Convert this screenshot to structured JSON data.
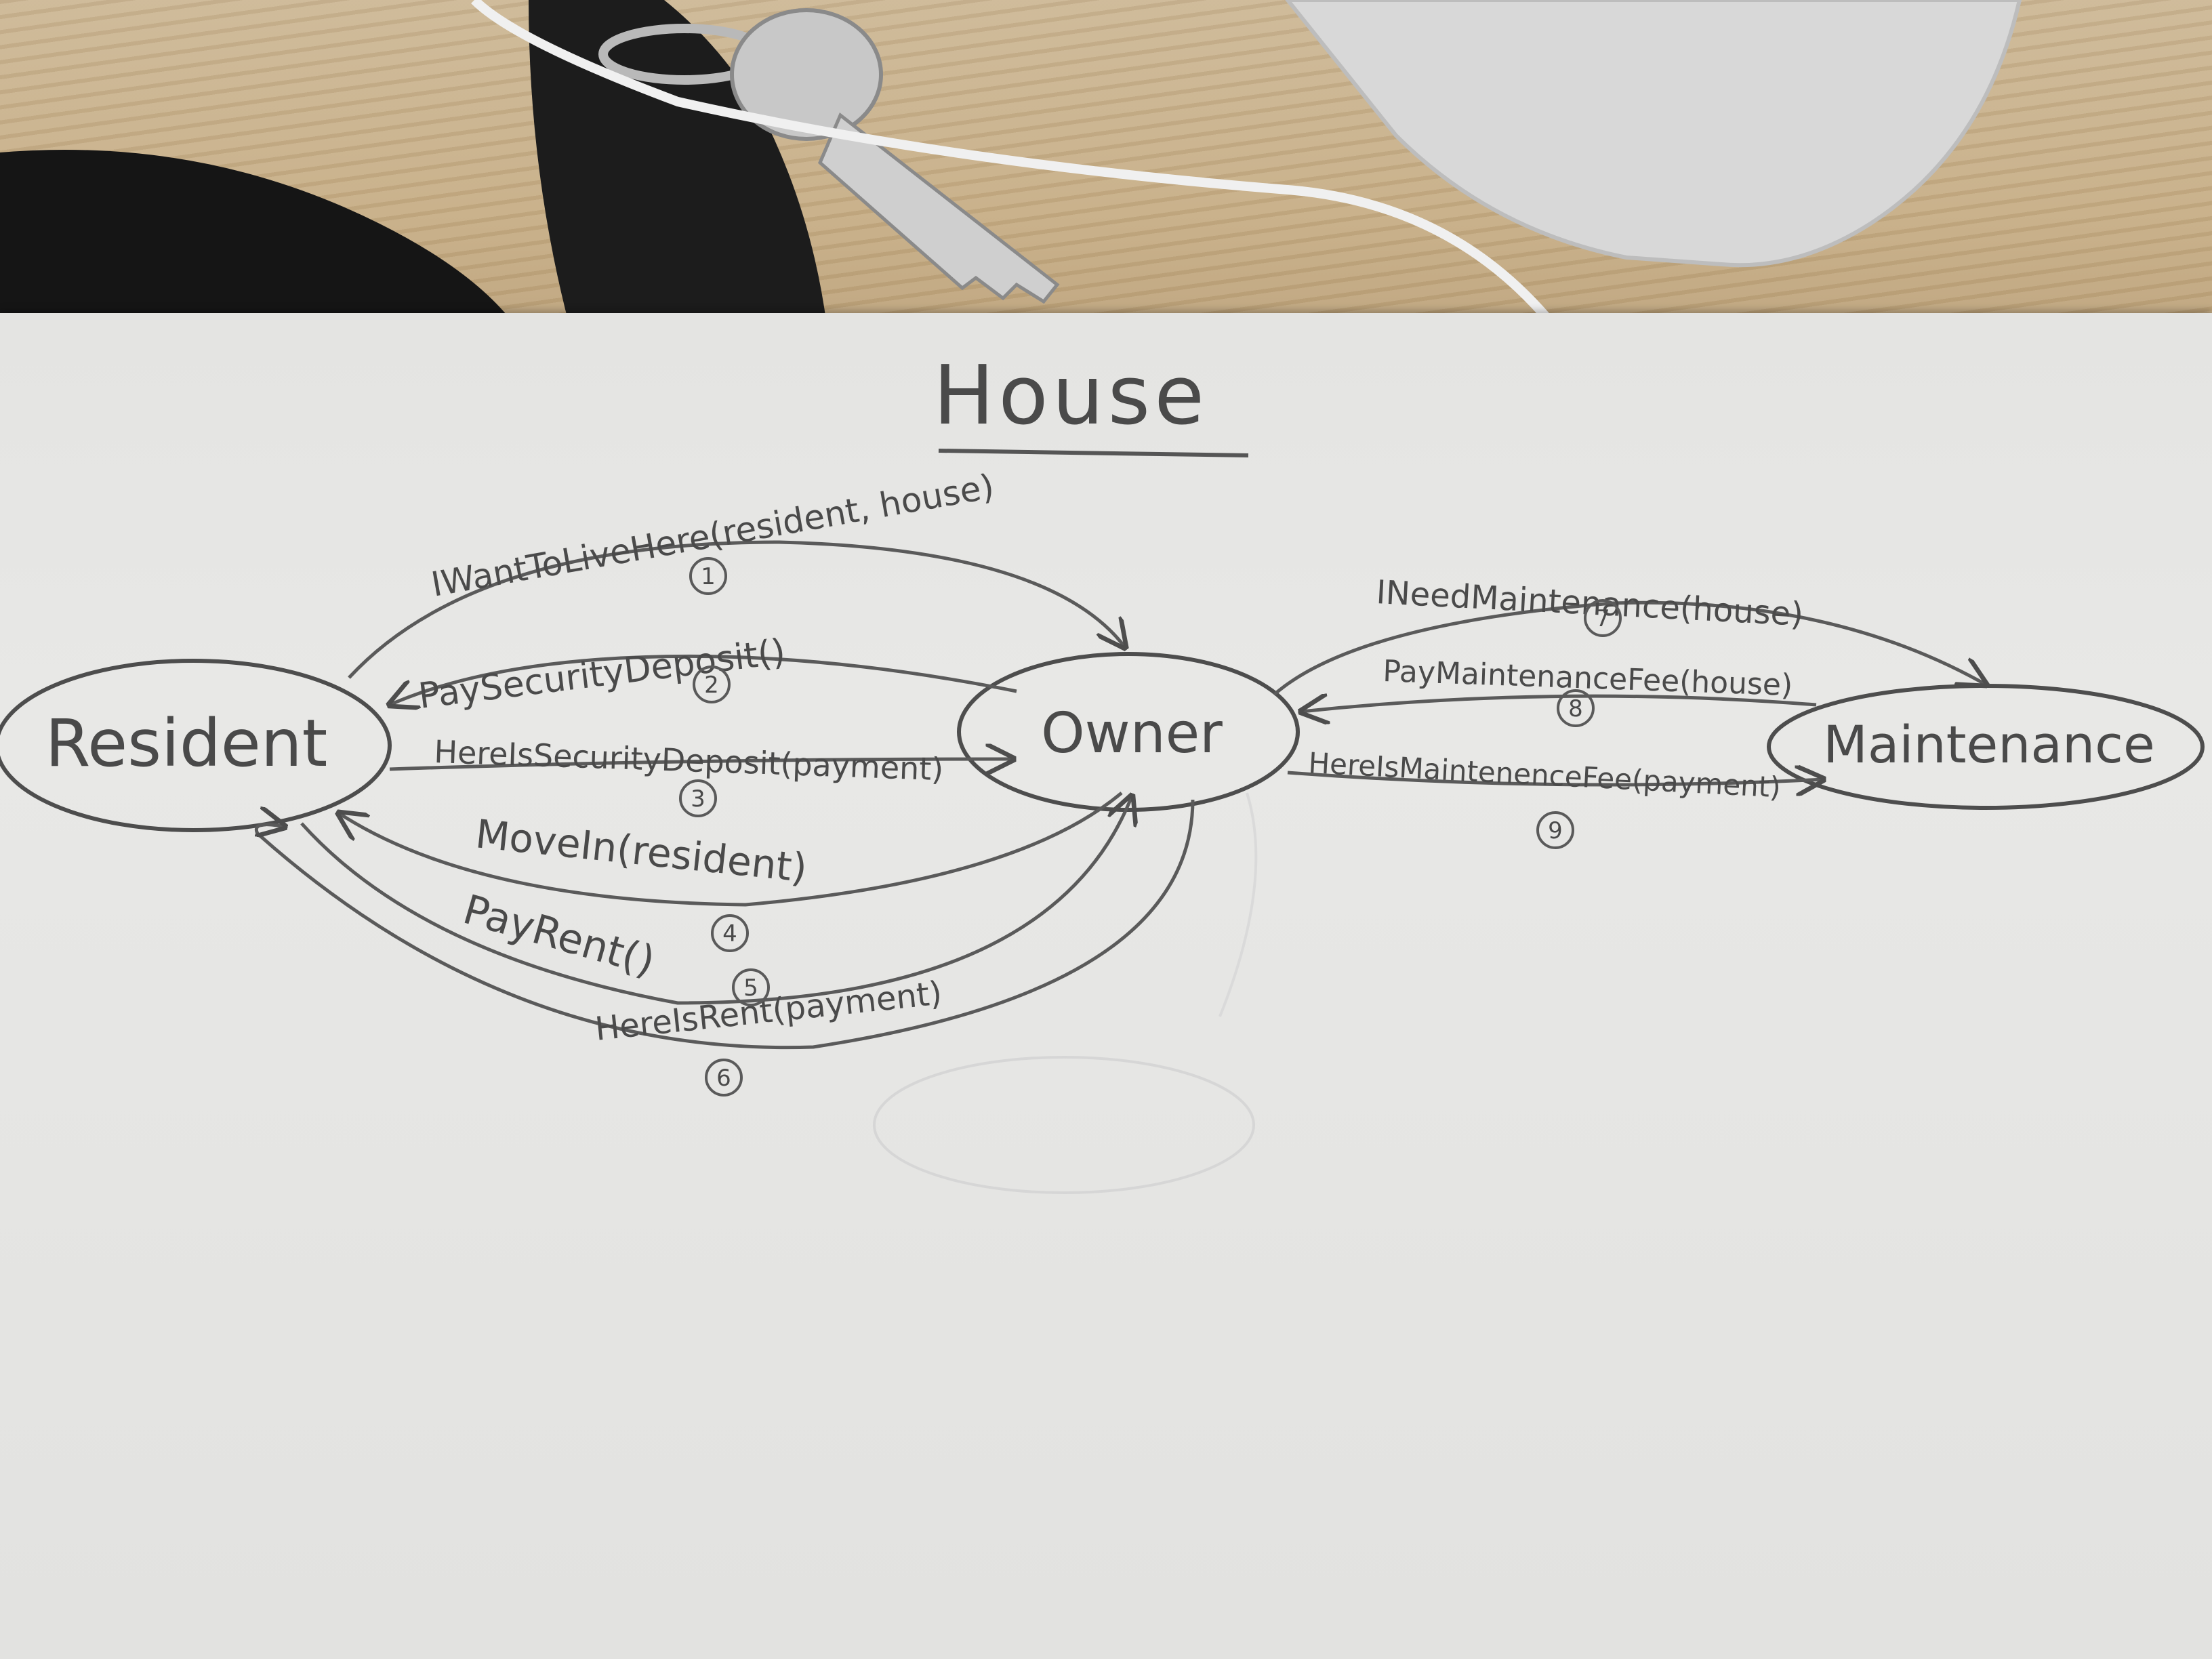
{
  "title": "House",
  "nodes": {
    "resident": "Resident",
    "owner": "Owner",
    "maintenance": "Maintenance"
  },
  "messages": [
    {
      "label": "IWantToLiveHere(resident, house)",
      "step": "1"
    },
    {
      "label": "PaySecurityDeposit()",
      "step": "2"
    },
    {
      "label": "HereIsSecurityDeposit(payment)",
      "step": "3"
    },
    {
      "label": "MoveIn(resident)",
      "step": "4"
    },
    {
      "label": "PayRent()",
      "step": "5"
    },
    {
      "label": "HereIsRent(payment)",
      "step": "6"
    },
    {
      "label": "INeedMaintenance(house)",
      "step": "7"
    },
    {
      "label": "PayMaintenanceFee(house)",
      "step": "8"
    },
    {
      "label": "HereIsMaintenenceFee(payment)",
      "step": "9"
    }
  ]
}
